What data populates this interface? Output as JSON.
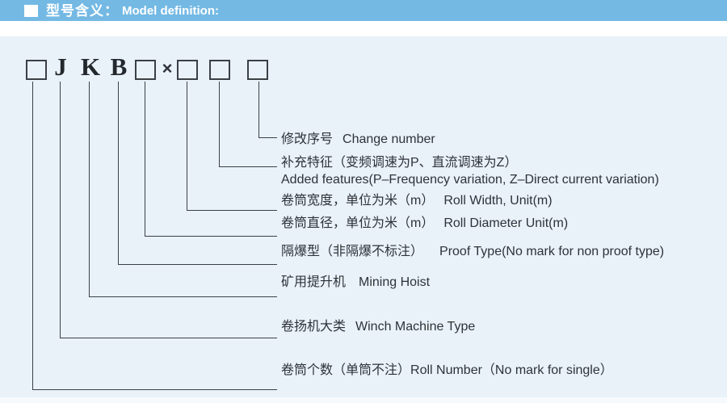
{
  "page": {
    "bg_color": "#e9f2f9",
    "header_bar_color": "#74b9e4",
    "line_color": "#3a4046",
    "text_color": "#2d3338"
  },
  "header": {
    "title_cn": "型号含义：",
    "title_en": "Model definition:"
  },
  "model_code": {
    "items": [
      {
        "type": "box",
        "char": ""
      },
      {
        "type": "char",
        "char": "J"
      },
      {
        "type": "char",
        "char": "K"
      },
      {
        "type": "char",
        "char": "B"
      },
      {
        "type": "box",
        "char": ""
      },
      {
        "type": "char",
        "char": "×"
      },
      {
        "type": "box",
        "char": ""
      },
      {
        "type": "box",
        "char": ""
      },
      {
        "type": "box",
        "char": ""
      }
    ]
  },
  "labels": [
    {
      "id": "change-number",
      "cn": "修改序号",
      "en": "Change number"
    },
    {
      "id": "added-features",
      "cn": "补充特征（变频调速为P、直流调速为Z）",
      "en": "Added features(P–Frequency variation, Z–Direct current variation)"
    },
    {
      "id": "roll-width",
      "cn": "卷筒宽度，单位为米（m）",
      "en": "Roll Width, Unit(m)"
    },
    {
      "id": "roll-diameter",
      "cn": "卷筒直径，单位为米（m）",
      "en": "Roll Diameter Unit(m)"
    },
    {
      "id": "proof-type",
      "cn": "隔爆型（非隔爆不标注）",
      "en": "Proof Type(No mark for non proof type)"
    },
    {
      "id": "mining-hoist",
      "cn": "矿用提升机",
      "en": "Mining Hoist"
    },
    {
      "id": "winch-type",
      "cn": "卷扬机大类",
      "en": "Winch Machine Type"
    },
    {
      "id": "roll-number",
      "cn": "卷筒个数（单筒不注）",
      "en": "Roll Number（No mark for single）"
    }
  ]
}
